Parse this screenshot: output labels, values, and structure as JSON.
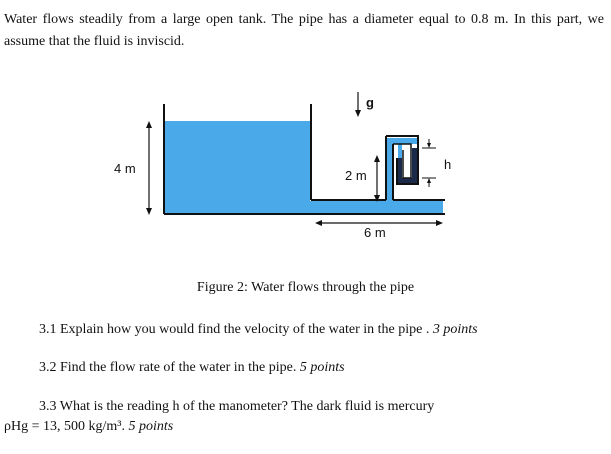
{
  "intro_text": "Water flows steadily from a large open tank. The pipe has a diameter equal to 0.8 m. In this part, we assume that the fluid is inviscid.",
  "figure": {
    "label_g": "g",
    "label_tank_height": "4 m",
    "label_pipe_rise": "2 m",
    "label_length": "6 m",
    "label_h": "h",
    "water_color": "#4aa9e8",
    "mercury_color": "#1b2a4a"
  },
  "caption": "Figure 2: Water flows through the pipe",
  "questions": [
    {
      "text": "3.1 Explain how you would find the velocity of the water in the pipe .",
      "points": "3 points"
    },
    {
      "text": "3.2 Find the flow rate of the water in the pipe.",
      "points": "5 points"
    },
    {
      "text_line1": "3.3 What is the reading h of the manometer?  The dark fluid is mercury",
      "text_line2": "ρHg = 13, 500 kg/m³.",
      "points": "5 points"
    }
  ]
}
